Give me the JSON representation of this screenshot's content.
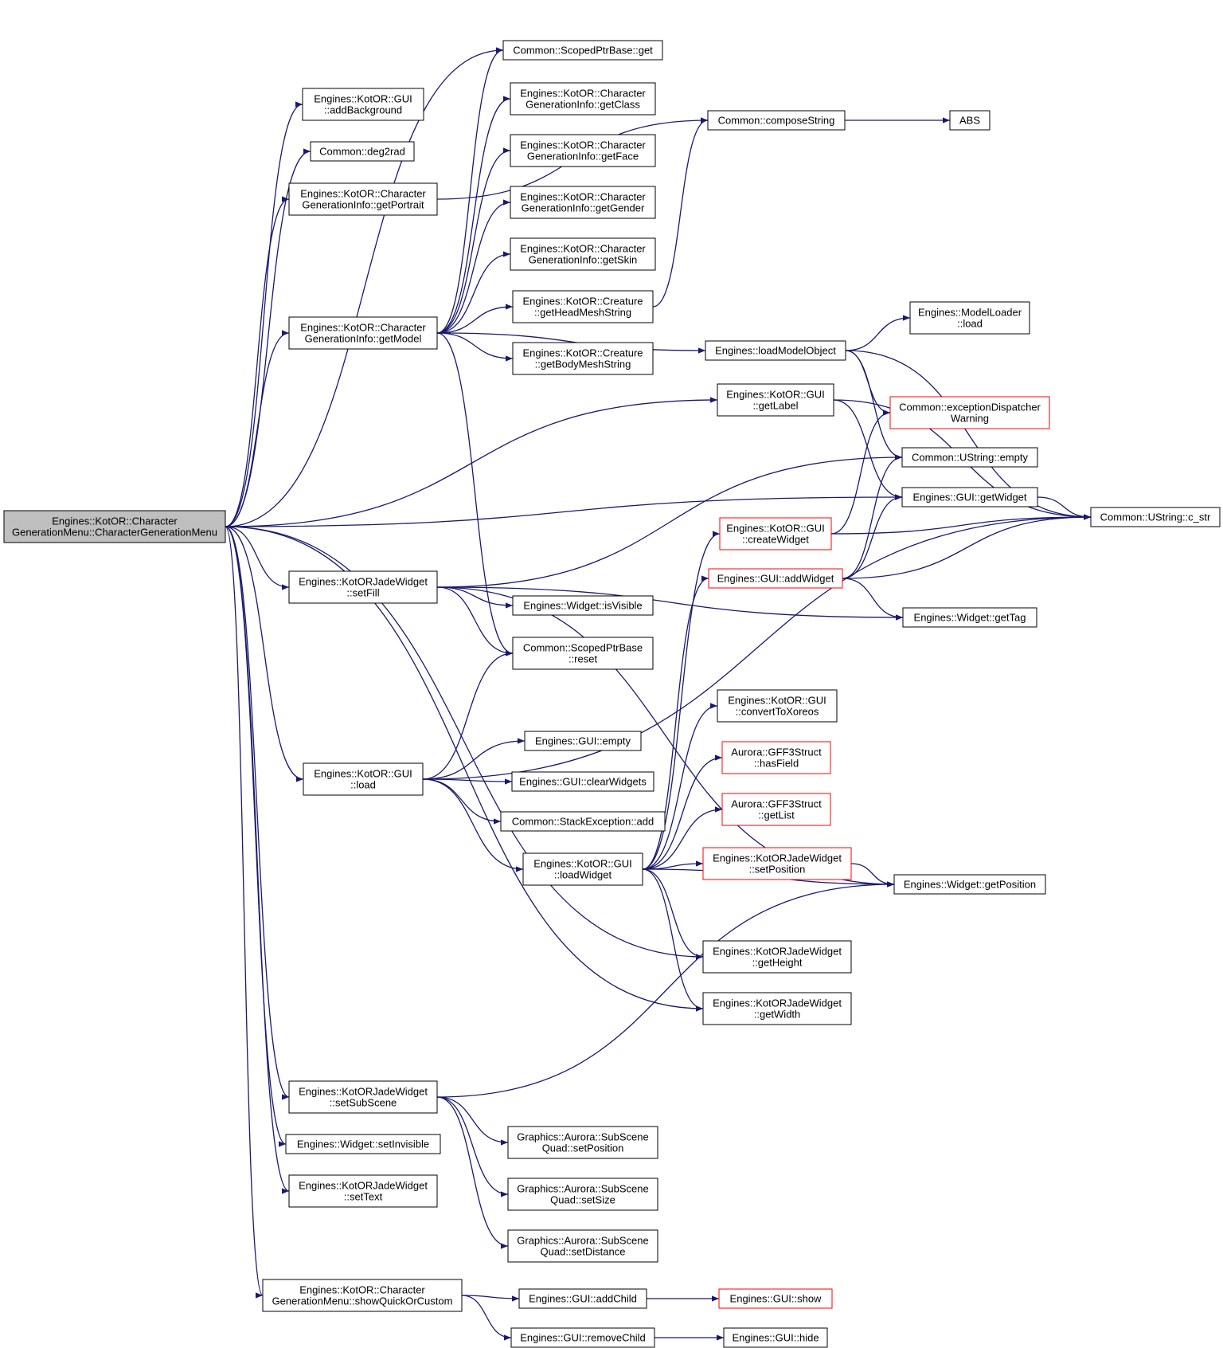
{
  "colors": {
    "edge": "#191970",
    "node_border": "#000000",
    "truncated_border": "#ff0000",
    "root_fill": "#bfbfbf",
    "node_fill": "#ffffff"
  },
  "nodes": [
    {
      "id": "root",
      "lines": [
        "Engines::KotOR::Character",
        "GenerationMenu::CharacterGenerationMenu"
      ],
      "root": true
    },
    {
      "id": "addBackground",
      "lines": [
        "Engines::KotOR::GUI",
        "::addBackground"
      ]
    },
    {
      "id": "deg2rad",
      "lines": [
        "Common::deg2rad"
      ]
    },
    {
      "id": "getPortrait",
      "lines": [
        "Engines::KotOR::Character",
        "GenerationInfo::getPortrait"
      ]
    },
    {
      "id": "getModel",
      "lines": [
        "Engines::KotOR::Character",
        "GenerationInfo::getModel"
      ]
    },
    {
      "id": "setFill",
      "lines": [
        "Engines::KotORJadeWidget",
        "::setFill"
      ]
    },
    {
      "id": "guiLoad",
      "lines": [
        "Engines::KotOR::GUI",
        "::load"
      ]
    },
    {
      "id": "setSubScene",
      "lines": [
        "Engines::KotORJadeWidget",
        "::setSubScene"
      ]
    },
    {
      "id": "setInvisible",
      "lines": [
        "Engines::Widget::setInvisible"
      ]
    },
    {
      "id": "setText",
      "lines": [
        "Engines::KotORJadeWidget",
        "::setText"
      ]
    },
    {
      "id": "showQuick",
      "lines": [
        "Engines::KotOR::Character",
        "GenerationMenu::showQuickOrCustom"
      ]
    },
    {
      "id": "scopedGet",
      "lines": [
        "Common::ScopedPtrBase::get"
      ]
    },
    {
      "id": "getClass",
      "lines": [
        "Engines::KotOR::Character",
        "GenerationInfo::getClass"
      ]
    },
    {
      "id": "getFace",
      "lines": [
        "Engines::KotOR::Character",
        "GenerationInfo::getFace"
      ]
    },
    {
      "id": "getGender",
      "lines": [
        "Engines::KotOR::Character",
        "GenerationInfo::getGender"
      ]
    },
    {
      "id": "getSkin",
      "lines": [
        "Engines::KotOR::Character",
        "GenerationInfo::getSkin"
      ]
    },
    {
      "id": "getHeadMesh",
      "lines": [
        "Engines::KotOR::Creature",
        "::getHeadMeshString"
      ]
    },
    {
      "id": "getBodyMesh",
      "lines": [
        "Engines::KotOR::Creature",
        "::getBodyMeshString"
      ]
    },
    {
      "id": "isVisible",
      "lines": [
        "Engines::Widget::isVisible"
      ]
    },
    {
      "id": "scopedReset",
      "lines": [
        "Common::ScopedPtrBase",
        "::reset"
      ]
    },
    {
      "id": "guiEmpty",
      "lines": [
        "Engines::GUI::empty"
      ]
    },
    {
      "id": "clearWidgets",
      "lines": [
        "Engines::GUI::clearWidgets"
      ]
    },
    {
      "id": "stackAdd",
      "lines": [
        "Common::StackException::add"
      ]
    },
    {
      "id": "loadWidget",
      "lines": [
        "Engines::KotOR::GUI",
        "::loadWidget"
      ]
    },
    {
      "id": "ssSetPosition",
      "lines": [
        "Graphics::Aurora::SubScene",
        "Quad::setPosition"
      ]
    },
    {
      "id": "ssSetSize",
      "lines": [
        "Graphics::Aurora::SubScene",
        "Quad::setSize"
      ]
    },
    {
      "id": "ssSetDistance",
      "lines": [
        "Graphics::Aurora::SubScene",
        "Quad::setDistance"
      ]
    },
    {
      "id": "addChild",
      "lines": [
        "Engines::GUI::addChild"
      ]
    },
    {
      "id": "removeChild",
      "lines": [
        "Engines::GUI::removeChild"
      ]
    },
    {
      "id": "composeString",
      "lines": [
        "Common::composeString"
      ]
    },
    {
      "id": "loadModelObject",
      "lines": [
        "Engines::loadModelObject"
      ]
    },
    {
      "id": "getLabel",
      "lines": [
        "Engines::KotOR::GUI",
        "::getLabel"
      ]
    },
    {
      "id": "createWidget",
      "lines": [
        "Engines::KotOR::GUI",
        "::createWidget"
      ],
      "truncated": true
    },
    {
      "id": "addWidget",
      "lines": [
        "Engines::GUI::addWidget"
      ],
      "truncated": true
    },
    {
      "id": "convertToXoreos",
      "lines": [
        "Engines::KotOR::GUI",
        "::convertToXoreos"
      ]
    },
    {
      "id": "hasField",
      "lines": [
        "Aurora::GFF3Struct",
        "::hasField"
      ],
      "truncated": true
    },
    {
      "id": "getList",
      "lines": [
        "Aurora::GFF3Struct",
        "::getList"
      ],
      "truncated": true
    },
    {
      "id": "jwSetPosition",
      "lines": [
        "Engines::KotORJadeWidget",
        "::setPosition"
      ],
      "truncated": true
    },
    {
      "id": "getHeight",
      "lines": [
        "Engines::KotORJadeWidget",
        "::getHeight"
      ]
    },
    {
      "id": "getWidth",
      "lines": [
        "Engines::KotORJadeWidget",
        "::getWidth"
      ]
    },
    {
      "id": "guiShow",
      "lines": [
        "Engines::GUI::show"
      ],
      "truncated": true
    },
    {
      "id": "guiHide",
      "lines": [
        "Engines::GUI::hide"
      ]
    },
    {
      "id": "abs",
      "lines": [
        "ABS"
      ]
    },
    {
      "id": "modelLoaderLoad",
      "lines": [
        "Engines::ModelLoader",
        "::load"
      ]
    },
    {
      "id": "exceptionDispatcher",
      "lines": [
        "Common::exceptionDispatcher",
        "Warning"
      ],
      "truncated": true
    },
    {
      "id": "ustringEmpty",
      "lines": [
        "Common::UString::empty"
      ]
    },
    {
      "id": "getWidget",
      "lines": [
        "Engines::GUI::getWidget"
      ]
    },
    {
      "id": "getTag",
      "lines": [
        "Engines::Widget::getTag"
      ]
    },
    {
      "id": "getPosition",
      "lines": [
        "Engines::Widget::getPosition"
      ]
    },
    {
      "id": "cstr",
      "lines": [
        "Common::UString::c_str"
      ]
    }
  ],
  "edges": [
    [
      "root",
      "addBackground"
    ],
    [
      "root",
      "deg2rad"
    ],
    [
      "root",
      "getPortrait"
    ],
    [
      "root",
      "scopedGet"
    ],
    [
      "root",
      "getModel"
    ],
    [
      "root",
      "getLabel"
    ],
    [
      "root",
      "getWidget"
    ],
    [
      "root",
      "setFill"
    ],
    [
      "root",
      "guiLoad"
    ],
    [
      "root",
      "getHeight"
    ],
    [
      "root",
      "getWidth"
    ],
    [
      "root",
      "setSubScene"
    ],
    [
      "root",
      "setInvisible"
    ],
    [
      "root",
      "setText"
    ],
    [
      "root",
      "showQuick"
    ],
    [
      "getPortrait",
      "composeString"
    ],
    [
      "getModel",
      "scopedGet"
    ],
    [
      "getModel",
      "getClass"
    ],
    [
      "getModel",
      "getFace"
    ],
    [
      "getModel",
      "getGender"
    ],
    [
      "getModel",
      "getSkin"
    ],
    [
      "getModel",
      "getHeadMesh"
    ],
    [
      "getModel",
      "getBodyMesh"
    ],
    [
      "getModel",
      "loadModelObject"
    ],
    [
      "getModel",
      "scopedReset"
    ],
    [
      "getHeadMesh",
      "composeString"
    ],
    [
      "composeString",
      "abs"
    ],
    [
      "loadModelObject",
      "modelLoaderLoad"
    ],
    [
      "loadModelObject",
      "cstr"
    ],
    [
      "loadModelObject",
      "exceptionDispatcher"
    ],
    [
      "loadModelObject",
      "ustringEmpty"
    ],
    [
      "getLabel",
      "cstr"
    ],
    [
      "getLabel",
      "getWidget"
    ],
    [
      "setFill",
      "ustringEmpty"
    ],
    [
      "setFill",
      "isVisible"
    ],
    [
      "setFill",
      "scopedReset"
    ],
    [
      "setFill",
      "getTag"
    ],
    [
      "setFill",
      "getPosition"
    ],
    [
      "guiLoad",
      "scopedReset"
    ],
    [
      "guiLoad",
      "guiEmpty"
    ],
    [
      "guiLoad",
      "clearWidgets"
    ],
    [
      "guiLoad",
      "stackAdd"
    ],
    [
      "guiLoad",
      "loadWidget"
    ],
    [
      "guiLoad",
      "cstr"
    ],
    [
      "loadWidget",
      "createWidget"
    ],
    [
      "loadWidget",
      "addWidget"
    ],
    [
      "loadWidget",
      "convertToXoreos"
    ],
    [
      "loadWidget",
      "hasField"
    ],
    [
      "loadWidget",
      "getList"
    ],
    [
      "loadWidget",
      "jwSetPosition"
    ],
    [
      "loadWidget",
      "getPosition"
    ],
    [
      "loadWidget",
      "getHeight"
    ],
    [
      "loadWidget",
      "getWidth"
    ],
    [
      "createWidget",
      "exceptionDispatcher"
    ],
    [
      "createWidget",
      "cstr"
    ],
    [
      "addWidget",
      "ustringEmpty"
    ],
    [
      "addWidget",
      "getWidget"
    ],
    [
      "addWidget",
      "cstr"
    ],
    [
      "addWidget",
      "getTag"
    ],
    [
      "getWidget",
      "cstr"
    ],
    [
      "jwSetPosition",
      "getPosition"
    ],
    [
      "setSubScene",
      "getPosition"
    ],
    [
      "setSubScene",
      "ssSetPosition"
    ],
    [
      "setSubScene",
      "ssSetSize"
    ],
    [
      "setSubScene",
      "ssSetDistance"
    ],
    [
      "showQuick",
      "addChild"
    ],
    [
      "showQuick",
      "removeChild"
    ],
    [
      "addChild",
      "guiShow"
    ],
    [
      "removeChild",
      "guiHide"
    ]
  ]
}
